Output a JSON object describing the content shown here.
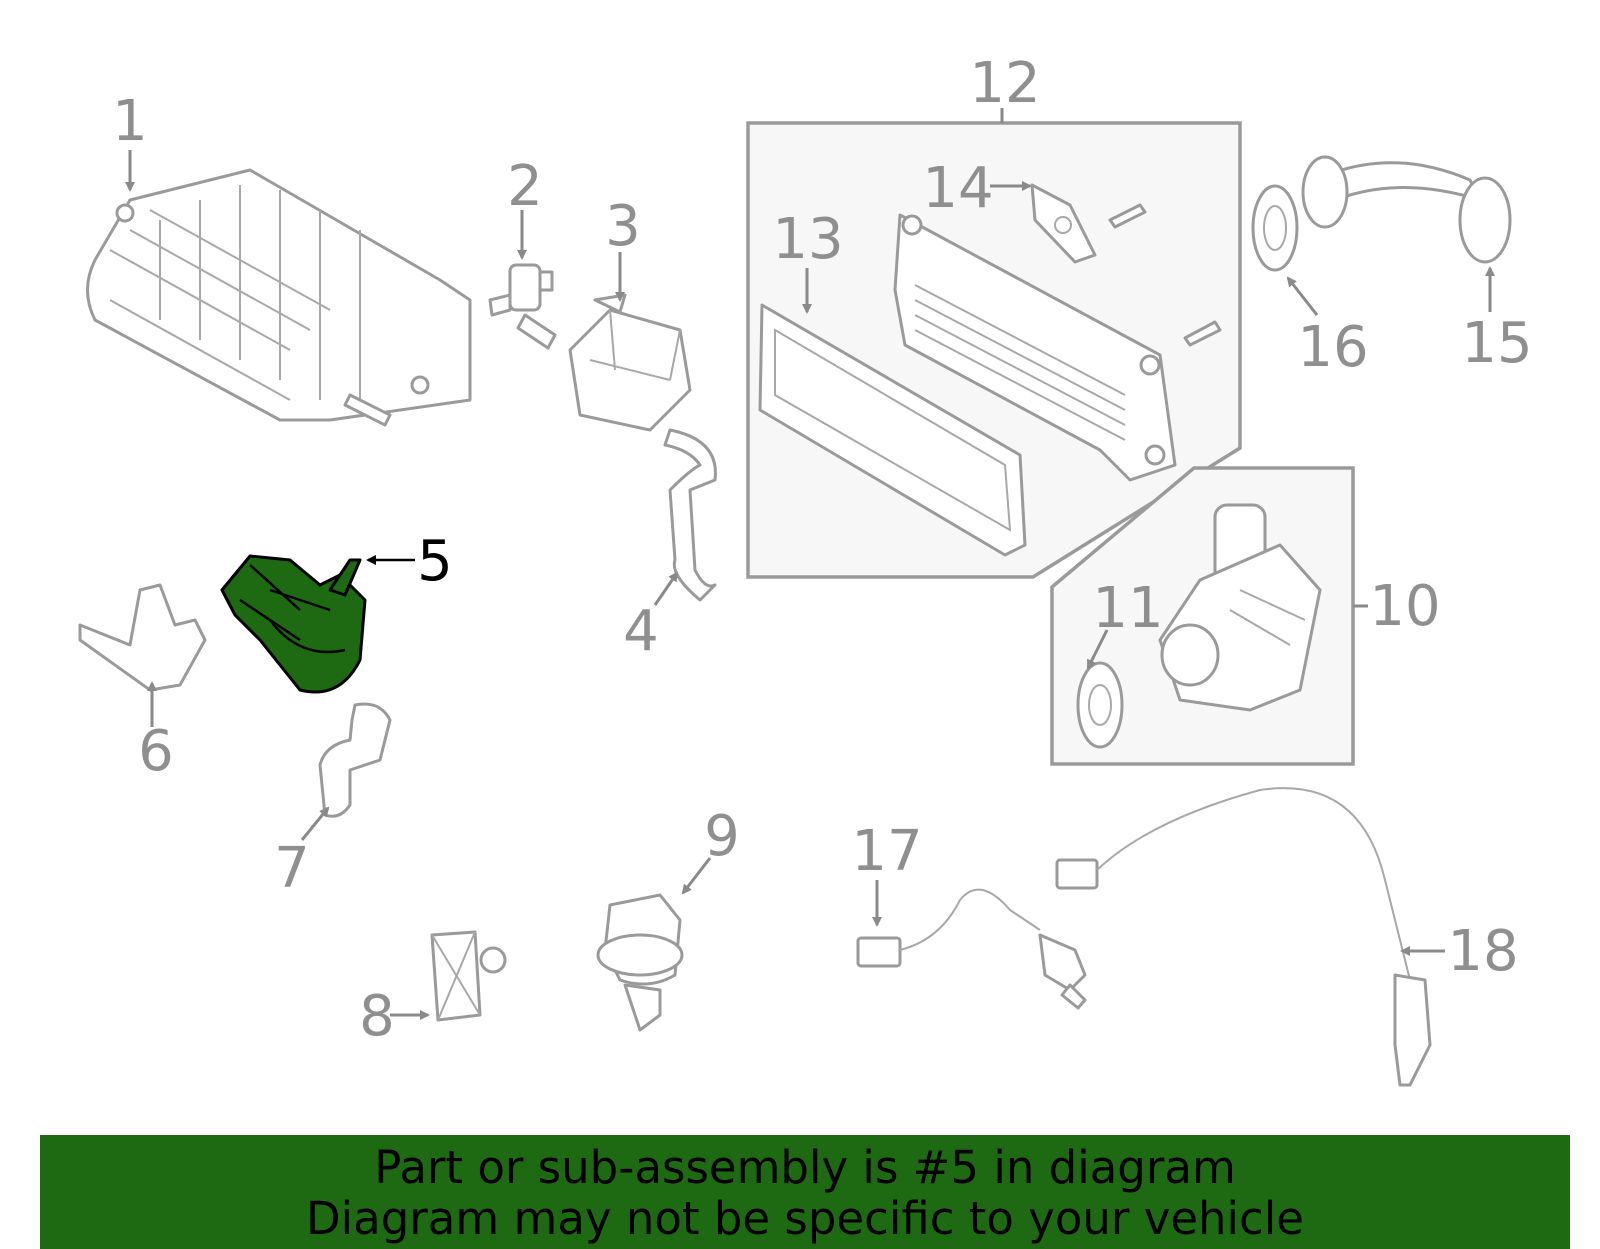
{
  "callouts": {
    "c1": "1",
    "c2": "2",
    "c3": "3",
    "c4": "4",
    "c5": "5",
    "c6": "6",
    "c7": "7",
    "c8": "8",
    "c9": "9",
    "c10": "10",
    "c11": "11",
    "c12": "12",
    "c13": "13",
    "c14": "14",
    "c15": "15",
    "c16": "16",
    "c17": "17",
    "c18": "18"
  },
  "highlighted_part": "5",
  "colors": {
    "highlight": "#1e6a12",
    "line_art": "#9a9a9a",
    "group_box_fill": "#f7f7f7",
    "banner_background": "#1e6a12",
    "banner_text": "#000000"
  },
  "banner": {
    "line1": "Part or sub-assembly is #5 in diagram",
    "line2": "Diagram may not be specific to your vehicle"
  }
}
